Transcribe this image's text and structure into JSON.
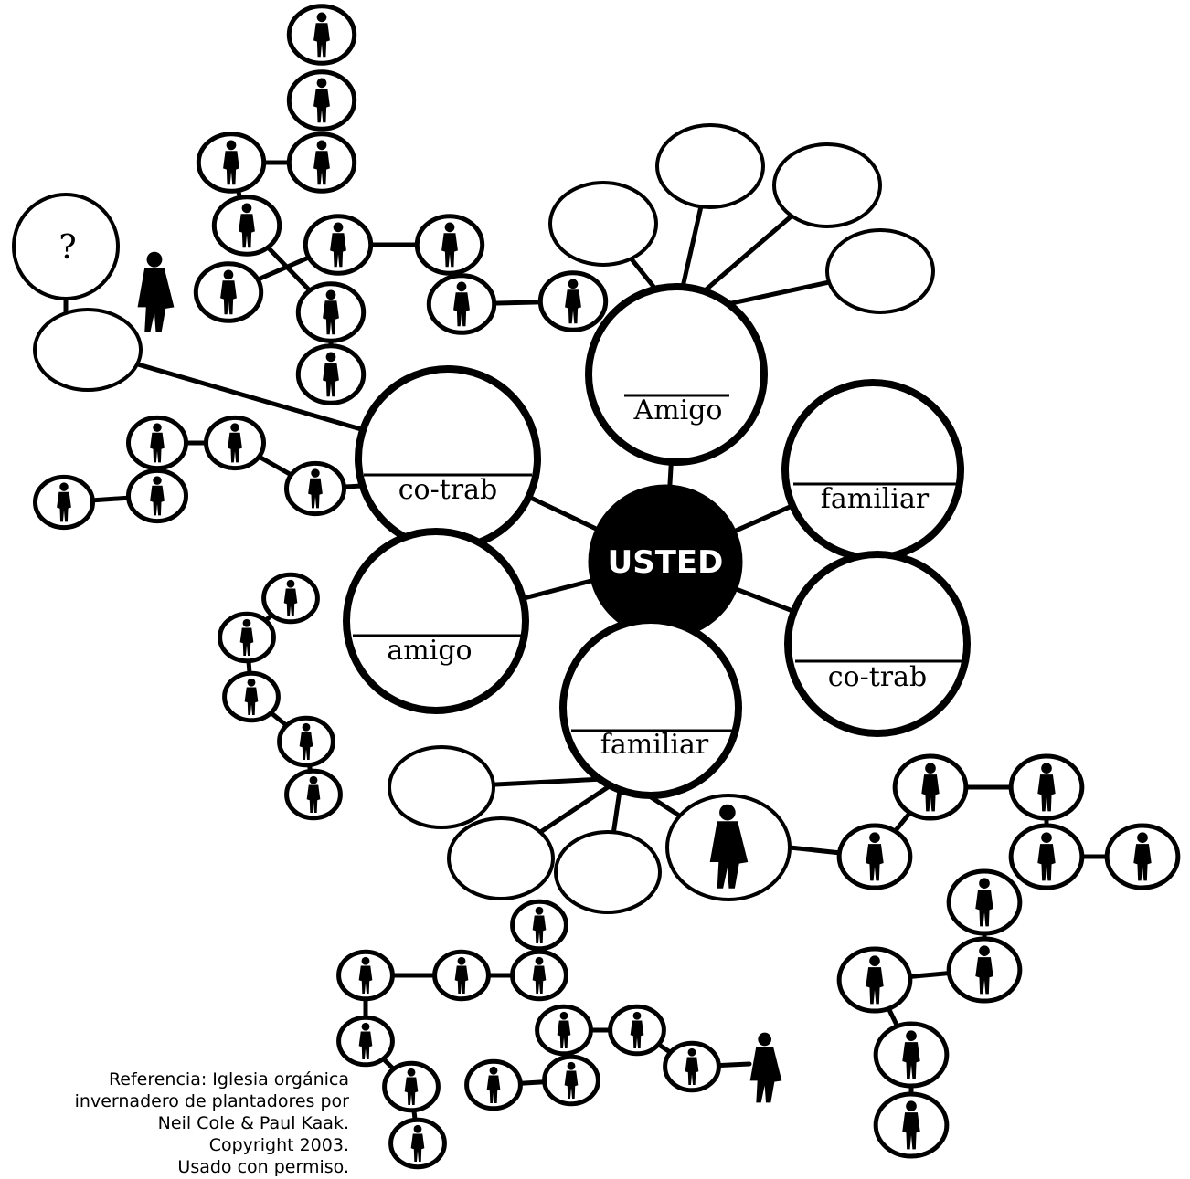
{
  "center": {
    "label": "USTED"
  },
  "labels": {
    "amigo_top": "Amigo",
    "familiar_right": "familiar",
    "co_trab_left": "co-trab",
    "amigo_left": "amigo",
    "co_trab_right": "co-trab",
    "familiar_bottom": "familiar",
    "question": "?"
  },
  "credit": {
    "line1": "Referencia: Iglesia orgánica",
    "line2": "invernadero de plantadores por",
    "line3": "Neil Cole & Paul Kaak.",
    "line4": "Copyright 2003.",
    "line5": "Usado con permiso."
  },
  "colors": {
    "ink": "#000000",
    "paper": "#ffffff"
  },
  "icons": {
    "person": "person-silhouette-icon",
    "walker": "walking-person-icon"
  }
}
